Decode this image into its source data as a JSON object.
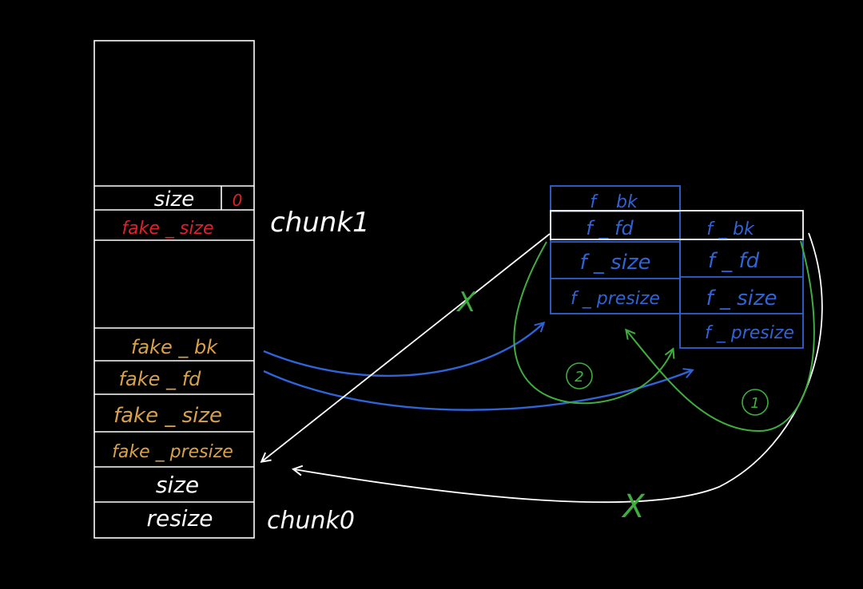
{
  "colors": {
    "background": "#000000",
    "outline": "#ffffff",
    "zero_flag": "#e0202a",
    "fake_size": "#e0202a",
    "fake_fields": "#d9a24a",
    "fake_chunk_box": "#2f63d6",
    "forward_arrow": "#2f63d6",
    "green_arrow": "#3fae3f",
    "crossed_link": "#3fae3f"
  },
  "left_stack": {
    "size_label": "size",
    "prev_inuse_flag": "0",
    "fake_size_label": "fake _ size",
    "fake_bk_label": "fake _ bk",
    "fake_fd_label": "fake _ fd",
    "fake_size2_label": "fake _ size",
    "fake_presize_label": "fake _ presize",
    "size2_label": "size",
    "presize_label": "resize",
    "chunk1_label": "chunk1",
    "chunk0_label": "chunk0"
  },
  "fake_chunk_a": {
    "rows": [
      "f _ bk",
      "f _ fd",
      "f _ size",
      "f _ presize"
    ]
  },
  "fake_chunk_b": {
    "rows": [
      "f _ bk",
      "f _ fd",
      "f _ size",
      "f _ presize"
    ]
  },
  "markers": {
    "step_2": "2",
    "step_1": "1",
    "cross_mark": "X"
  }
}
